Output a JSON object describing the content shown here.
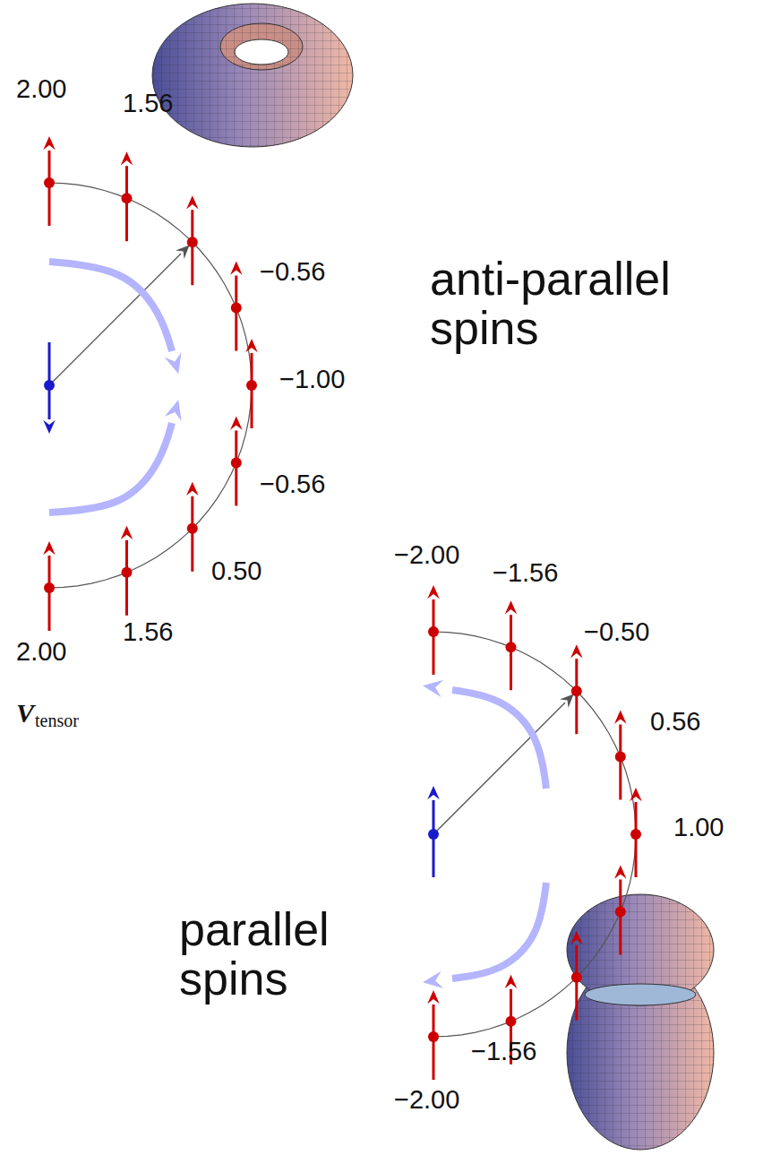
{
  "diagram": {
    "labels": [
      "2.00",
      "1.56",
      "−0.56",
      "−1.00",
      "−0.56",
      "0.50",
      "1.56",
      "2.00",
      "anti-parallel spins",
      "V",
      "tensor",
      "−2.00",
      "−1.56",
      "−0.50",
      "0.56",
      "1.00",
      "parallel spins",
      "−1.56",
      "−2.00"
    ]
  }
}
